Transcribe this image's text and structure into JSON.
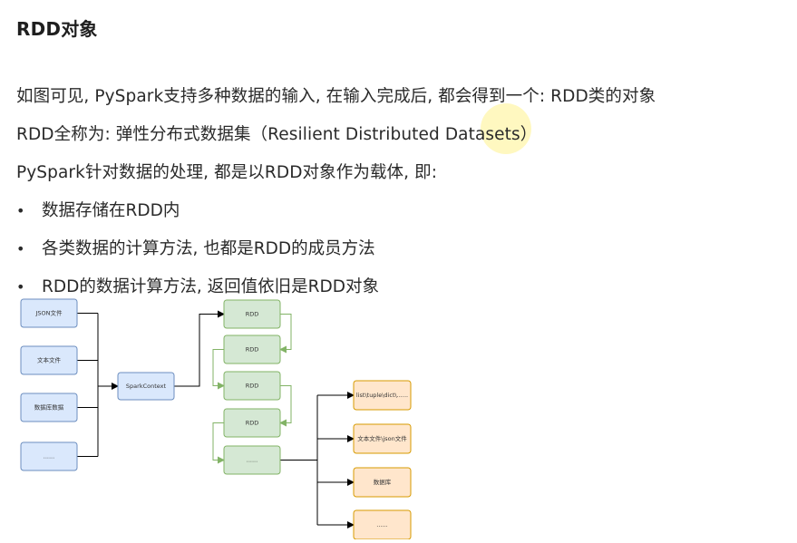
{
  "heading": "RDD对象",
  "paragraphs": [
    "如图可见, PySpark支持多种数据的输入, 在输入完成后, 都会得到一个: RDD类的对象",
    "RDD全称为: 弹性分布式数据集（Resilient Distributed Datasets）",
    "PySpark针对数据的处理, 都是以RDD对象作为载体, 即:"
  ],
  "bullets": [
    "数据存储在RDD内",
    "各类数据的计算方法, 也都是RDD的成员方法",
    "RDD的数据计算方法, 返回值依旧是RDD对象"
  ],
  "diagram": {
    "sources": [
      "JSON文件",
      "文本文件",
      "数据库数据",
      "......"
    ],
    "context": "SparkContext",
    "rdds": [
      "RDD",
      "RDD",
      "RDD",
      "RDD",
      "......"
    ],
    "outputs": [
      "list\\tuple\\dict\\......",
      "文本文件\\json文件",
      "数据库",
      "......"
    ],
    "colors": {
      "source_fill": "#dae8fc",
      "source_stroke": "#6c8ebf",
      "rdd_fill": "#d5e8d4",
      "rdd_stroke": "#82b366",
      "output_fill": "#ffe6cc",
      "output_stroke": "#d79b00",
      "line": "#000000"
    }
  }
}
